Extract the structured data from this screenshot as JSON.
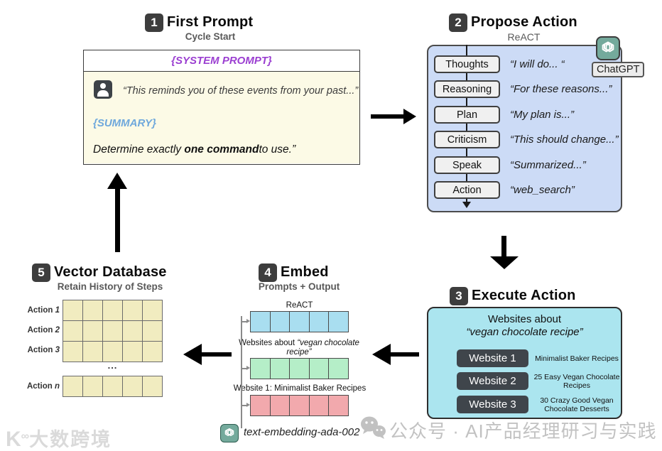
{
  "first_prompt": {
    "badge": "1",
    "title": "First Prompt",
    "subtitle": "Cycle Start",
    "system_prompt": "{SYSTEM PROMPT}",
    "quote": "“This reminds you of these events from your past...”",
    "summary": "{SUMMARY}",
    "determine_prefix": "Determine exactly ",
    "determine_bold": "one command",
    "determine_suffix": "to use.”"
  },
  "propose_action": {
    "badge": "2",
    "title": "Propose Action",
    "subtitle": "ReACT",
    "chatgpt_label": "ChatGPT",
    "steps": [
      {
        "label": "Thoughts",
        "quote": "“I will do...   “"
      },
      {
        "label": "Reasoning",
        "quote": "“For these reasons...”"
      },
      {
        "label": "Plan",
        "quote": "“My plan is...”"
      },
      {
        "label": "Criticism",
        "quote": "“This should change...”"
      },
      {
        "label": "Speak",
        "quote": "“Summarized...”"
      },
      {
        "label": "Action",
        "quote": "“web_search”"
      }
    ]
  },
  "execute_action": {
    "badge": "3",
    "title": "Execute Action",
    "heading_line1": "Websites about",
    "heading_line2": "“vegan chocolate recipe”",
    "websites": [
      {
        "button": "Website 1",
        "desc": "Minimalist Baker Recipes"
      },
      {
        "button": "Website 2",
        "desc": "25 Easy Vegan Chocolate Recipes"
      },
      {
        "button": "Website 3",
        "desc": "30 Crazy Good Vegan Chocolate Desserts"
      }
    ]
  },
  "embed": {
    "badge": "4",
    "title": "Embed",
    "subtitle": "Prompts + Output",
    "row1_label": "ReACT",
    "row2_label_plain": "Websites about ",
    "row2_label_italic": "“vegan chocolate",
    "row2_label_line2": "recipe”",
    "row3_label": "Website 1: Minimalist Baker Recipes",
    "model": "text-embedding-ada-002",
    "row_colors": {
      "react": "#a9def0",
      "websites": "#b5eec8",
      "website1": "#f2a9ad"
    },
    "cells_per_row": 5
  },
  "vector_database": {
    "badge": "5",
    "title": "Vector Database",
    "subtitle": "Retain History of Steps",
    "rows": [
      {
        "prefix": "Action ",
        "num": "1"
      },
      {
        "prefix": "Action ",
        "num": "2"
      },
      {
        "prefix": "Action ",
        "num": "3"
      }
    ],
    "ellipsis": "...",
    "last_row": {
      "prefix": "Action ",
      "num": "n"
    },
    "columns": 5,
    "cell_color": "#f1ecc0"
  },
  "watermarks": {
    "left_logo_k": "K",
    "left_logo_inf": "∞",
    "left_text": "大数跨境",
    "right_text": "公众号 · AI产品经理研习与实践"
  },
  "colors": {
    "propose_box": "#ccdbf6",
    "execute_box": "#abe5ef",
    "prompt_body": "#fcfae6",
    "system_prompt_text": "#9b3fd1",
    "summary_text": "#6fa8dc",
    "openai_green": "#74aa9c",
    "badge_dark": "#3d3d3d",
    "website_button": "#3f454b"
  }
}
